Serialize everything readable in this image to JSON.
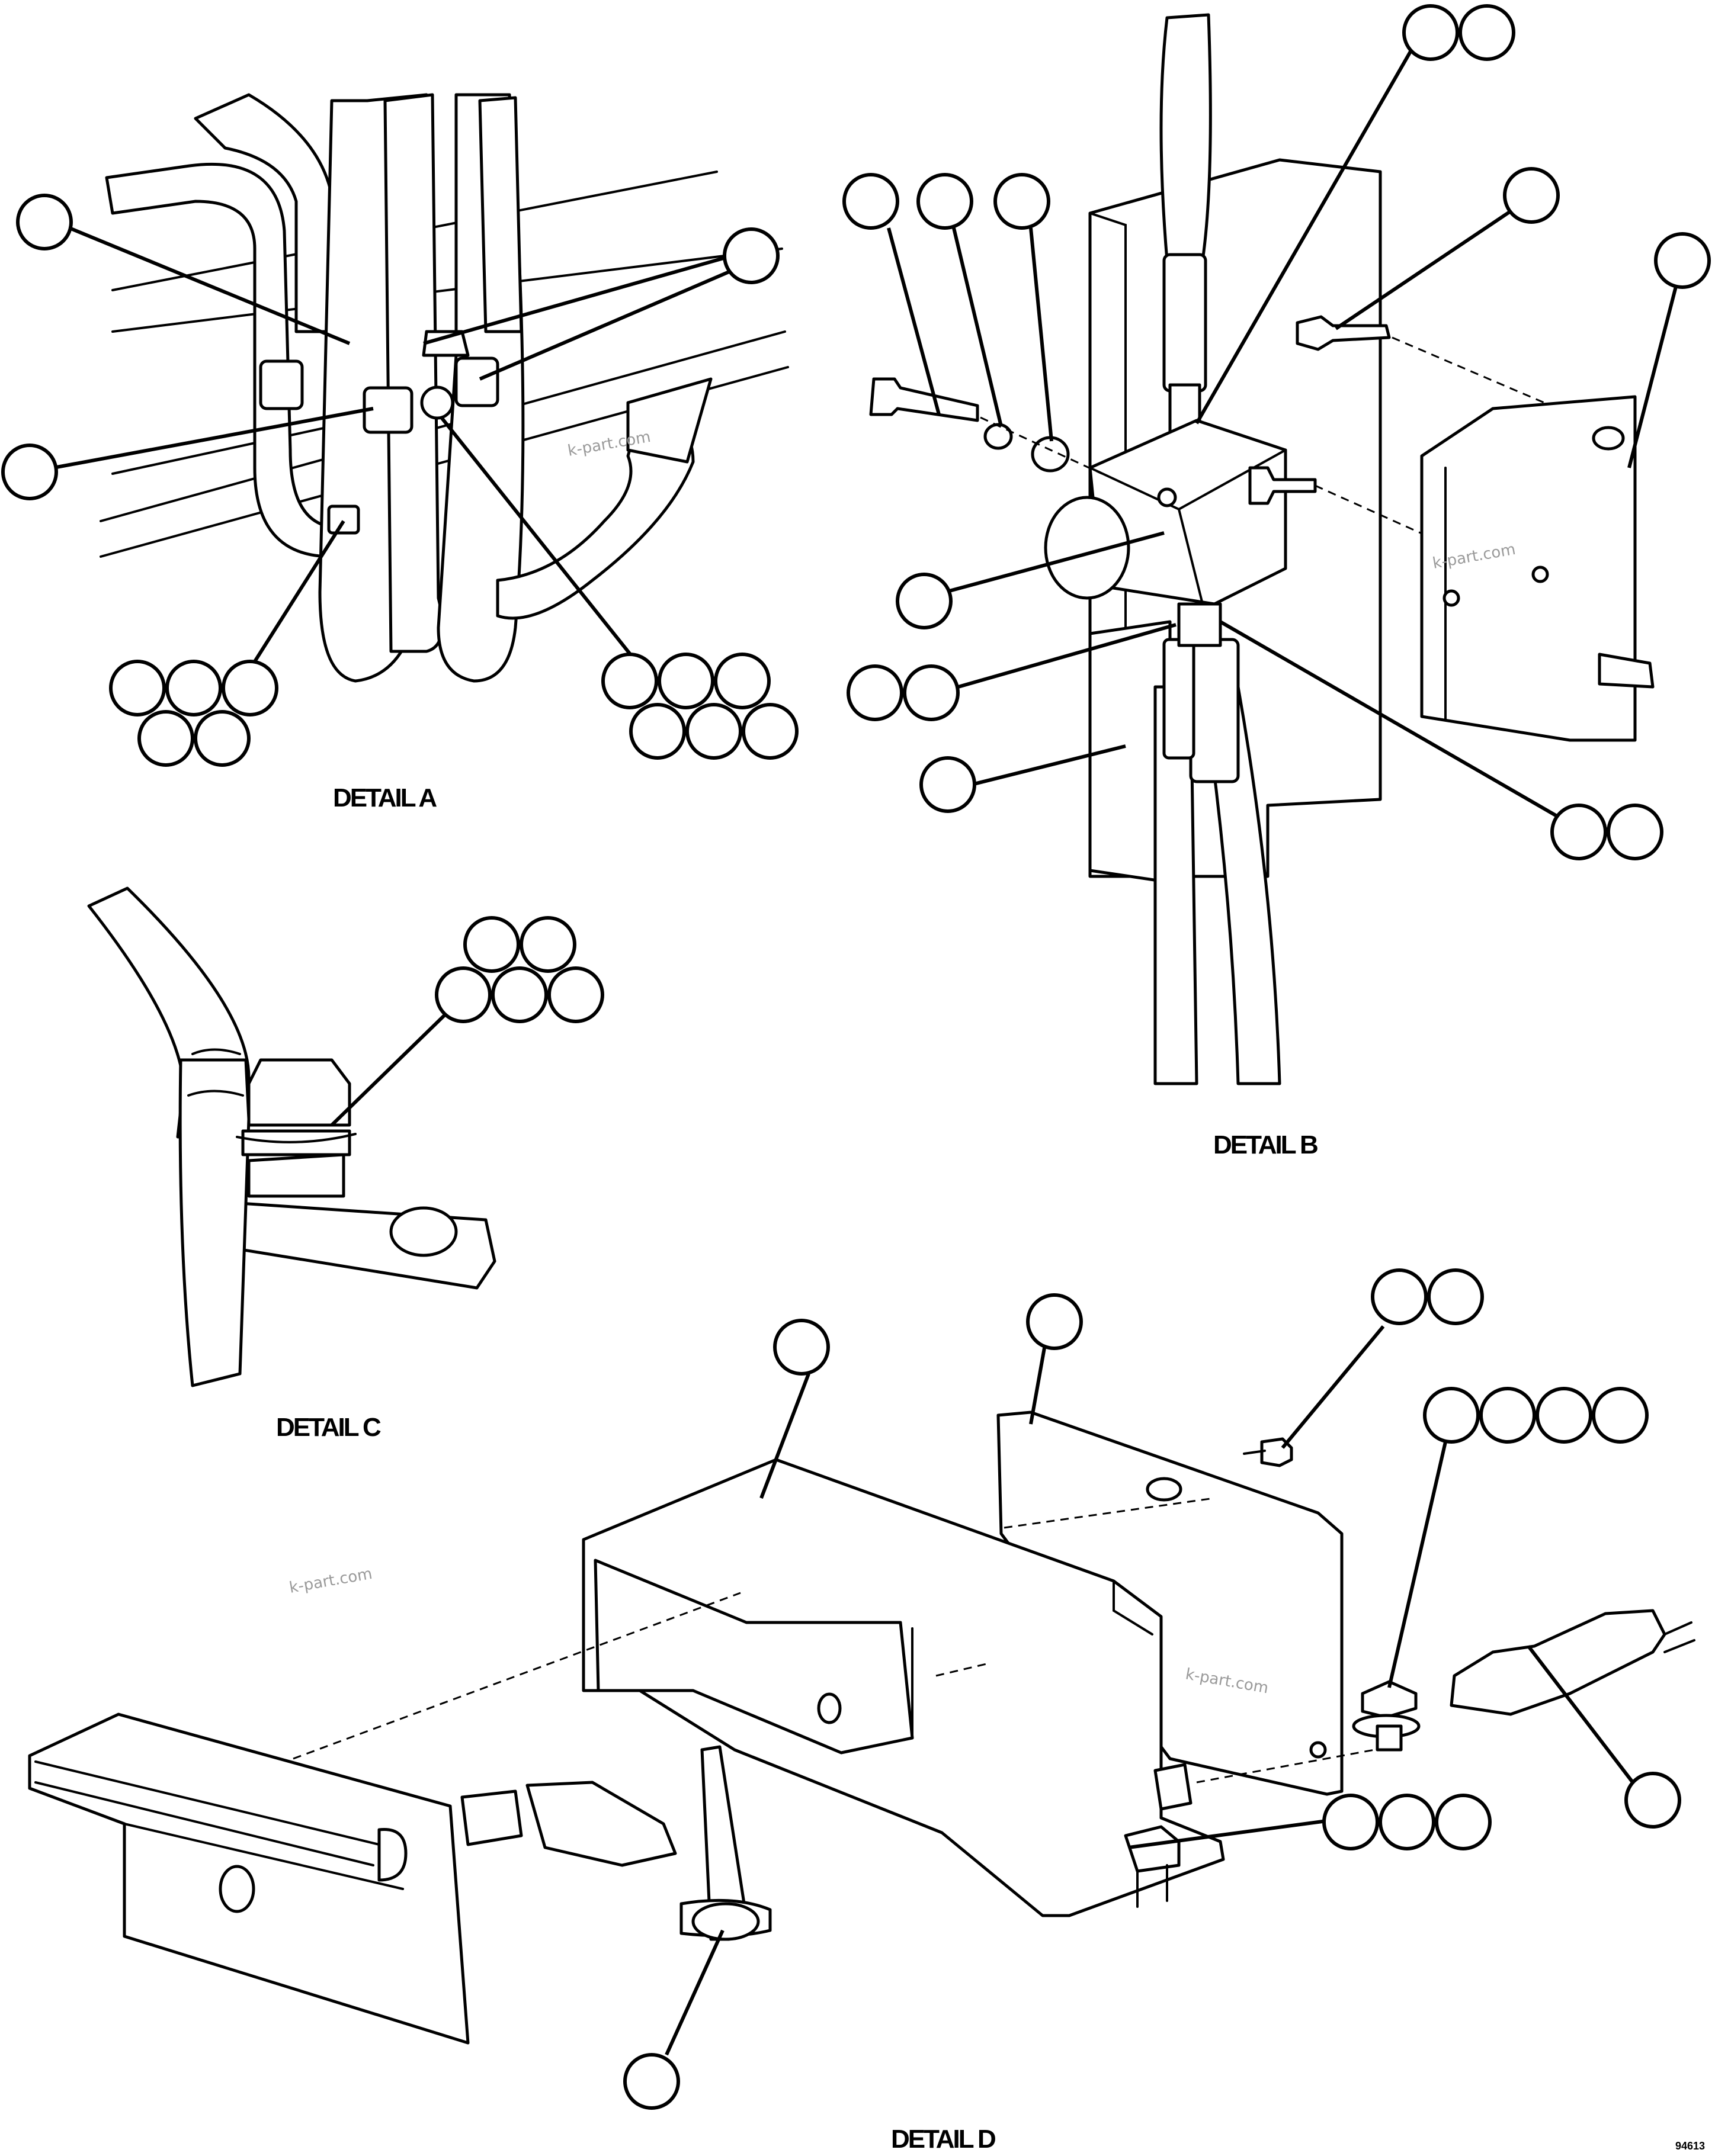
{
  "captions": {
    "detail_a": "DETAIL A",
    "detail_b": "DETAIL B",
    "detail_c": "DETAIL C",
    "detail_d": "DETAIL D",
    "drawing_number": "94613"
  },
  "watermarks": [
    "k-part.com",
    "k-part.com",
    "k-part.com",
    "k-part.com"
  ],
  "colors": {
    "line": "#000000",
    "paper": "#ffffff",
    "watermark": "#9a9a9a"
  }
}
